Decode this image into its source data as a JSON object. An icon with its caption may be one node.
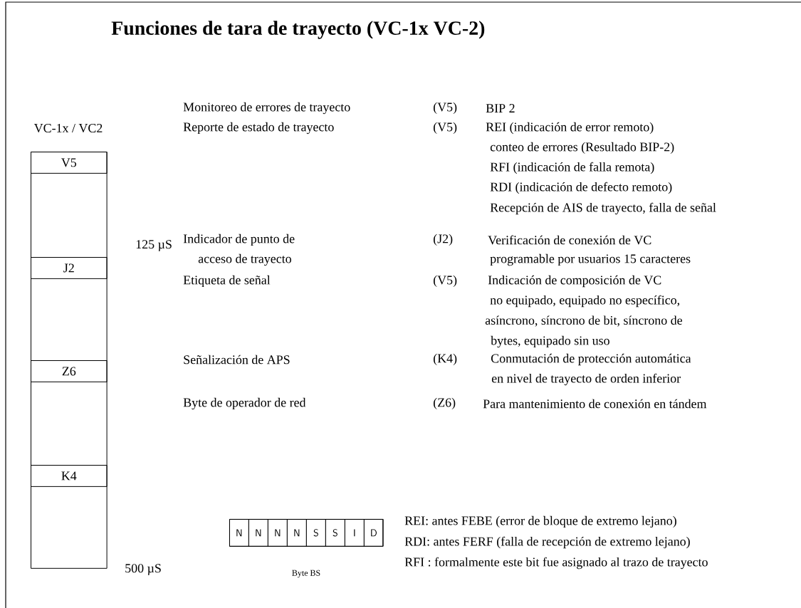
{
  "diagram": {
    "title": "Funciones de tara de trayecto (VC-1x VC-2)",
    "nodes": [
      {
        "text": [
          "VC-1x / VC2"
        ]
      },
      {
        "text": [
          "V5"
        ],
        "in": 0
      },
      {
        "text": [
          "J2"
        ],
        "in": 0
      },
      {
        "text": [
          "Z6"
        ],
        "in": 0
      },
      {
        "text": [
          "K4"
        ],
        "in": 0
      },
      {
        "text": [
          "Byte BS"
        ]
      },
      {
        "text": [
          "N"
        ],
        "in": 5
      },
      {
        "text": [
          "N"
        ],
        "in": 5
      },
      {
        "text": [
          "N"
        ],
        "in": 5
      },
      {
        "text": [
          "N"
        ],
        "in": 5
      },
      {
        "text": [
          "S"
        ],
        "in": 5
      },
      {
        "text": [
          "S"
        ],
        "in": 5
      },
      {
        "text": [
          "I"
        ],
        "in": 5
      },
      {
        "text": [
          "D"
        ],
        "in": 5
      }
    ],
    "labels": [
      "Monitoreo de errores de trayecto",
      "(V5)",
      "BIP 2",
      "Reporte de estado de trayecto",
      "(V5)",
      "REI (indicación de error remoto)",
      "conteo de errores (Resultado BIP-2)",
      "RFI (indicación de falla remota)",
      "RDI (indicación de defecto remoto)",
      "Recepción de AIS de trayecto, falla de señal",
      "125 µS",
      "Indicador de punto de",
      "(J2)",
      "Verificación de conexión de VC",
      "acceso de trayecto",
      "programable por usuarios 15 caracteres",
      "Etiqueta de señal",
      "(V5)",
      "Indicación de composición de VC",
      "no equipado, equipado no específico,",
      "asíncrono, síncrono de bit, síncrono de",
      "bytes, equipado sin uso",
      "Señalización de APS",
      "(K4)",
      "Conmutación de protección automática",
      "en nivel de trayecto de orden inferior",
      "Byte de operador de red",
      "(Z6)",
      "Para mantenimiento de conexión en tándem",
      "REI: antes FEBE (error de bloque de extremo lejano)",
      "RDI: antes FERF (falla de recepción de extremo lejano)",
      "500 µS",
      "RFI : formalmente este bit fue asignado al trazo de trayecto"
    ]
  }
}
